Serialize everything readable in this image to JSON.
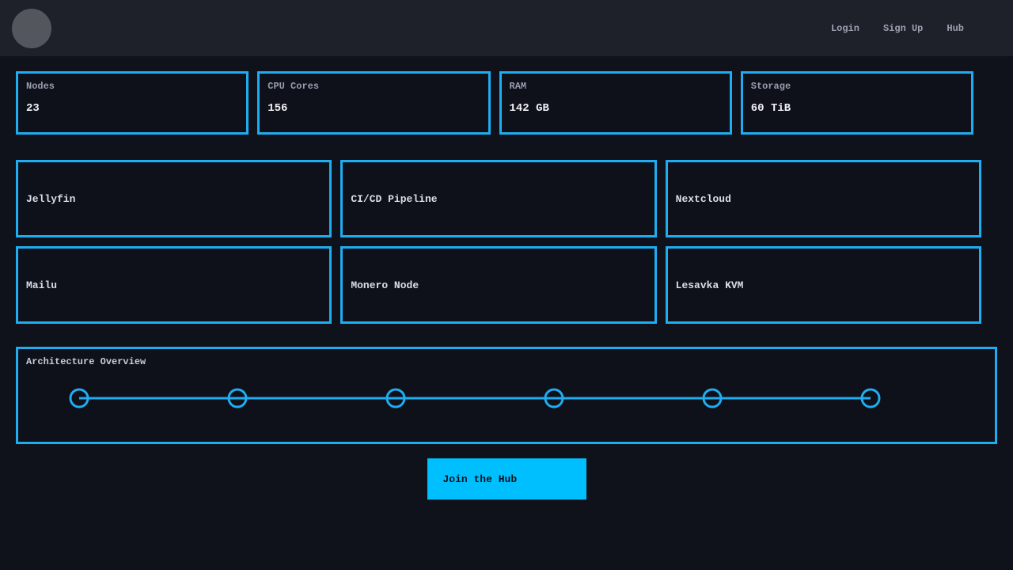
{
  "colors": {
    "accent": "#1fadf2",
    "button_bg": "#00bfff",
    "page_bg": "#10121b",
    "header_bg": "#1e212a"
  },
  "header": {
    "nav": [
      {
        "label": "Login"
      },
      {
        "label": "Sign Up"
      },
      {
        "label": "Hub"
      }
    ]
  },
  "stats": [
    {
      "label": "Nodes",
      "value": "23"
    },
    {
      "label": "CPU Cores",
      "value": "156"
    },
    {
      "label": "RAM",
      "value": "142 GB"
    },
    {
      "label": "Storage",
      "value": "60 TiB"
    }
  ],
  "services": [
    "Jellyfin",
    "CI/CD Pipeline",
    "Nextcloud",
    "Mailu",
    "Monero Node",
    "Lesavka KVM"
  ],
  "architecture": {
    "title": "Architecture Overview",
    "node_count": 6
  },
  "cta": {
    "label": "Join the Hub"
  }
}
